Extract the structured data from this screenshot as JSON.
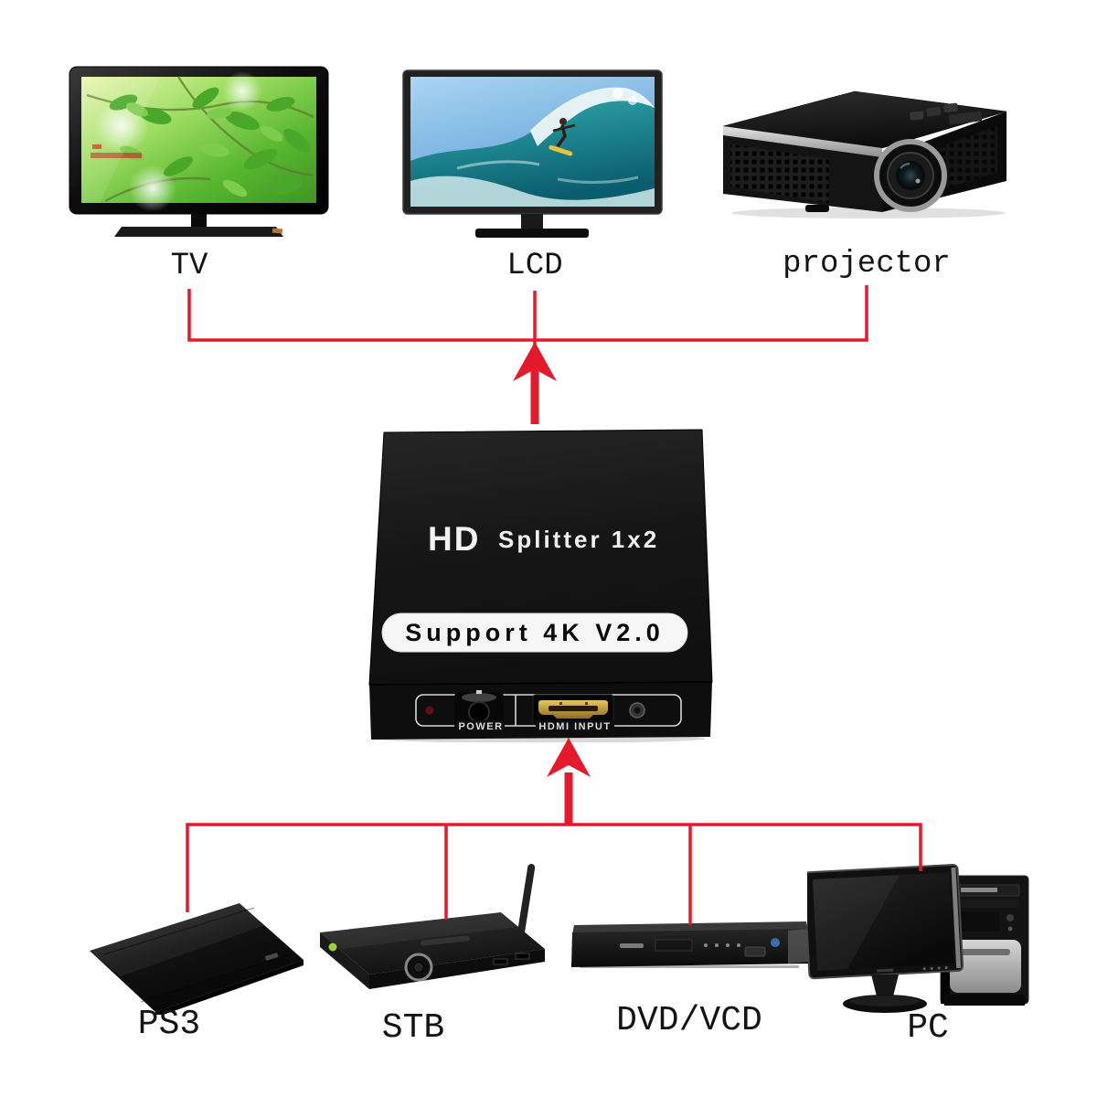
{
  "colors": {
    "connector": "#e4192b",
    "background": "#ffffff",
    "splitter_text": "#f2f2f2",
    "badge_bg": "#f6f6f6",
    "badge_text": "#0a0a0a"
  },
  "splitter": {
    "brand": "HD",
    "model": "Splitter 1x2",
    "badge": "Support 4K V2.0",
    "ports": {
      "power_label": "POWER",
      "hdmi_label": "HDMI INPUT"
    }
  },
  "outputs": [
    {
      "id": "tv",
      "label": "TV"
    },
    {
      "id": "lcd",
      "label": "LCD"
    },
    {
      "id": "projector",
      "label": "projector"
    }
  ],
  "inputs": [
    {
      "id": "ps3",
      "label": "PS3"
    },
    {
      "id": "stb",
      "label": "STB"
    },
    {
      "id": "dvd",
      "label": "DVD/VCD"
    },
    {
      "id": "pc",
      "label": "PC"
    }
  ]
}
